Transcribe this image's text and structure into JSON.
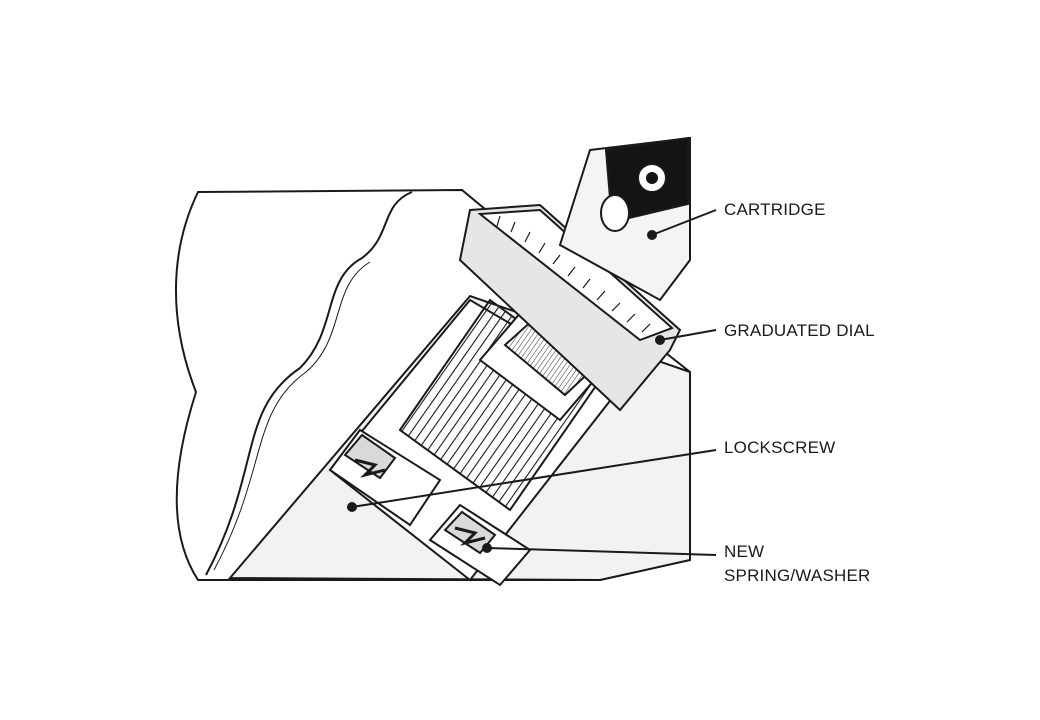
{
  "labels": {
    "cartridge": "CARTRIDGE",
    "graduated_dial": "GRADUATED DIAL",
    "lockscrew": "LOCKSCREW",
    "spring_washer_line1": "NEW",
    "spring_washer_line2": "SPRING/WASHER"
  },
  "colors": {
    "line": "#1a1a1a",
    "body_fill": "#ffffff",
    "shade_light": "#ececec",
    "shade_mid": "#d9d9d9",
    "insert_fill": "#141414"
  }
}
